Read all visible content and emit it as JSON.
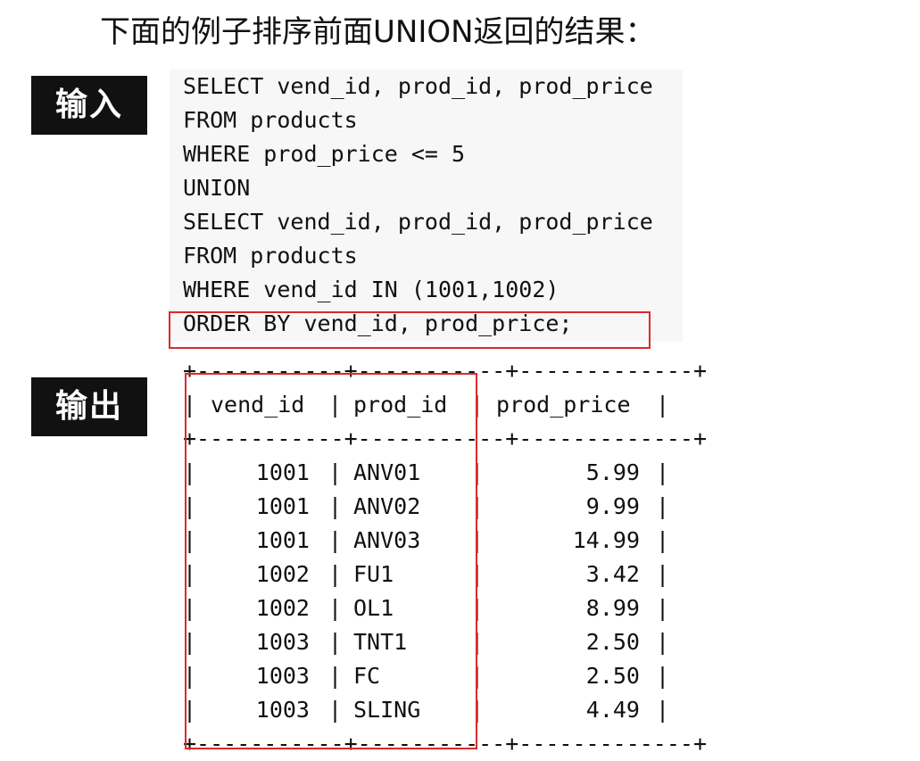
{
  "heading": "下面的例子排序前面UNION返回的结果：",
  "labels": {
    "input": "输入",
    "output": "输出"
  },
  "sql_lines": [
    "SELECT vend_id, prod_id, prod_price",
    "FROM products",
    "WHERE prod_price <= 5",
    "UNION",
    "SELECT vend_id, prod_id, prod_price",
    "FROM products",
    "WHERE vend_id IN (1001,1002)",
    "ORDER BY vend_id, prod_price;"
  ],
  "table": {
    "border_line": "+-----------+-----------+-------------+",
    "columns": [
      "vend_id",
      "prod_id",
      "prod_price"
    ],
    "rows": [
      [
        "1001",
        "ANV01",
        "5.99"
      ],
      [
        "1001",
        "ANV02",
        "9.99"
      ],
      [
        "1001",
        "ANV03",
        "14.99"
      ],
      [
        "1002",
        "FU1",
        "3.42"
      ],
      [
        "1002",
        "OL1",
        "8.99"
      ],
      [
        "1003",
        "TNT1",
        "2.50"
      ],
      [
        "1003",
        "FC",
        "2.50"
      ],
      [
        "1003",
        "SLING",
        "4.49"
      ]
    ]
  },
  "colors": {
    "highlight": "#d92b2b",
    "label_bg": "#111111",
    "label_fg": "#ffffff"
  }
}
